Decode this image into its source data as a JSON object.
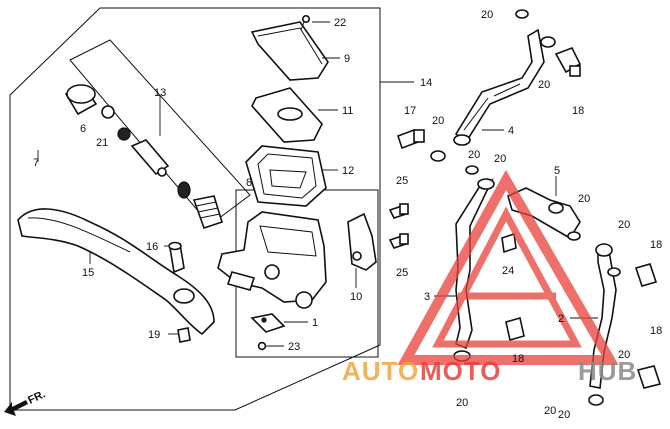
{
  "diagram": {
    "callouts": {
      "c22": "22",
      "c9": "9",
      "c11": "11",
      "c12": "12",
      "c14": "14",
      "c13": "13",
      "c6": "6",
      "c21": "21",
      "c7": "7",
      "c8": "8",
      "c16": "16",
      "c15": "15",
      "c19": "19",
      "c1": "1",
      "c23": "23",
      "c10": "10",
      "c25a": "25",
      "c25b": "25",
      "c17": "17",
      "c20_top": "20",
      "c20_a": "20",
      "c18_top": "18",
      "c4": "4",
      "c20_b": "20",
      "c20_c": "20",
      "c20_d": "20",
      "c5": "5",
      "c20_e": "20",
      "c20_f": "20",
      "c18_r": "18",
      "c24": "24",
      "c3": "3",
      "c2": "2",
      "c18_r2": "18",
      "c18_m": "18",
      "c20_bl": "20",
      "c20_bm": "20",
      "c20_br": "20",
      "c20_br2": "20",
      "fr": "FR."
    },
    "watermark": {
      "word1": "AUTO",
      "word2": "MOTO",
      "word3": "HUB",
      "color_red": "#e8413a",
      "color_orange": "#f0a53a",
      "color_grey": "#8a8a8a"
    }
  }
}
